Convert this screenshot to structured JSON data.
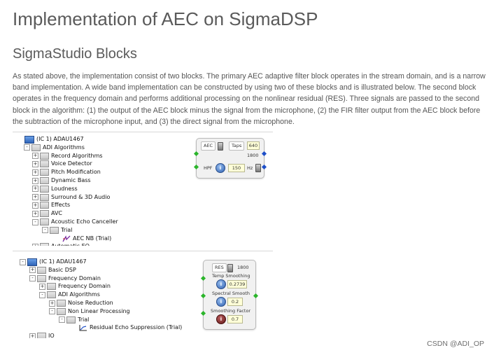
{
  "title": "Implementation of AEC on SigmaDSP",
  "subtitle": "SigmaStudio Blocks",
  "paragraph": "As stated above, the implementation consist of two blocks. The primary AEC adaptive filter block operates in the stream domain, and is a narrow band implementation. A wide band implementation can be constructed by using two of these blocks and is illustrated below. The second block operates in the frequency domain and performs additional processing on the nonlinear residual (RES). Three signals are passed to the second block in the algorithm: (1) the output of the AEC block minus the signal from the microphone, (2) the FIR filter output from the AEC block before the subtraction of the microphone input, and (3) the direct signal from the microphone.",
  "top_tree": [
    {
      "label": "(IC 1) ADAU1467",
      "expander": "",
      "icon": "chip-icon"
    },
    {
      "label": "ADI Algorithms",
      "expander": "-",
      "icon": "folder-icon"
    },
    {
      "label": "Record Algorithms",
      "expander": "+",
      "icon": "folder-icon"
    },
    {
      "label": "Voice Detector",
      "expander": "+",
      "icon": "folder-icon"
    },
    {
      "label": "Pitch Modification",
      "expander": "+",
      "icon": "folder-icon"
    },
    {
      "label": "Dynamic Bass",
      "expander": "+",
      "icon": "folder-icon"
    },
    {
      "label": "Loudness",
      "expander": "+",
      "icon": "folder-icon"
    },
    {
      "label": "Surround & 3D Audio",
      "expander": "+",
      "icon": "folder-icon"
    },
    {
      "label": "Effects",
      "expander": "+",
      "icon": "folder-icon"
    },
    {
      "label": "AVC",
      "expander": "+",
      "icon": "folder-icon"
    },
    {
      "label": "Acoustic Echo Canceller",
      "expander": "-",
      "icon": "folder-icon"
    },
    {
      "label": "Trial",
      "expander": "-",
      "icon": "folder-icon"
    },
    {
      "label": "AEC NB (Trial)",
      "expander": "",
      "icon": "aec-block-icon"
    },
    {
      "label": "Automatic EQ",
      "expander": "+",
      "icon": "folder-icon"
    }
  ],
  "bottom_tree": [
    {
      "label": "(IC 1) ADAU1467",
      "expander": "-",
      "icon": "chip-icon"
    },
    {
      "label": "Basic DSP",
      "expander": "+",
      "icon": "folder-icon"
    },
    {
      "label": "Frequency Domain",
      "expander": "-",
      "icon": "folder-icon"
    },
    {
      "label": "Frequency Domain",
      "expander": "+",
      "icon": "folder-icon"
    },
    {
      "label": "ADI Algorithms",
      "expander": "-",
      "icon": "folder-icon"
    },
    {
      "label": "Noise Reduction",
      "expander": "+",
      "icon": "folder-icon"
    },
    {
      "label": "Non Linear Processing",
      "expander": "-",
      "icon": "folder-icon"
    },
    {
      "label": "Trial",
      "expander": "-",
      "icon": "folder-icon"
    },
    {
      "label": "Residual Echo Suppression (Trial)",
      "expander": "",
      "icon": "res-block-icon"
    },
    {
      "label": "IO",
      "expander": "+",
      "icon": "folder-icon"
    }
  ],
  "aec_block": {
    "name": "AEC",
    "taps_label": "Taps",
    "taps_value": "640",
    "sub_value": "1800",
    "hpf_label": "HPF",
    "hpf_value": "150",
    "hz_label": "Hz"
  },
  "res_block": {
    "name": "RES",
    "value": "1800",
    "temp_label": "Temp Smoothing",
    "temp_value": "0.2739",
    "spectral_label": "Spectral Smooth",
    "spectral_value": "0.2",
    "factor_label": "Smoothing Factor",
    "factor_value": "0.7"
  },
  "watermark": "CSDN @ADI_OP"
}
